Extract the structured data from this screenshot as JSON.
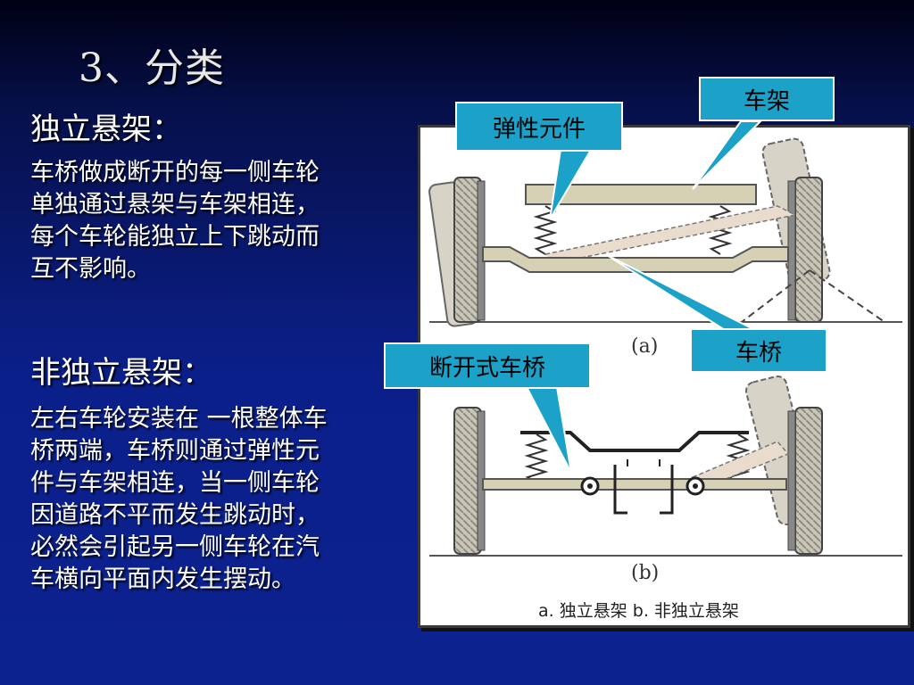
{
  "slide": {
    "title": "3、分类",
    "independent": {
      "heading": "独立悬架：",
      "text": "车桥做成断开的每一侧车轮\n单独通过悬架与车架相连，\n每个车轮能独立上下跳动而\n互不影响。"
    },
    "dependent": {
      "heading": "非独立悬架：",
      "text": "左右车轮安装在 一根整体车\n桥两端，车桥则通过弹性元\n件与车架相连，当一侧车轮\n因道路不平而发生跳动时，\n必然会引起另一侧车轮在汽\n车横向平面内发生摆动。"
    }
  },
  "figure": {
    "label_a": "(a)",
    "label_b": "(b)",
    "caption": "a. 独立悬架 b. 非独立悬架"
  },
  "callouts": {
    "frame": "车架",
    "spring": "弹性元件",
    "axle": "车桥",
    "split_axle": "断开式车桥"
  },
  "colors": {
    "callout_bg": "#1ca1c9",
    "background": "#0c228f"
  }
}
